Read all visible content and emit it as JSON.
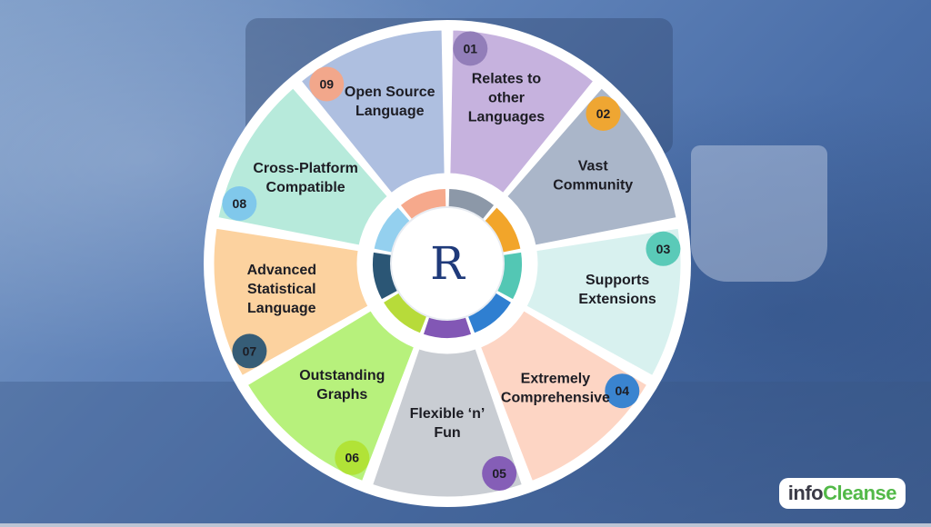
{
  "center_letter": "R",
  "segments": [
    {
      "num": "01",
      "lines": [
        "Relates to",
        "other",
        "Languages"
      ],
      "fill": "#c6b2de",
      "accent": "#8f7bb6",
      "inner": "#8c98a8"
    },
    {
      "num": "02",
      "lines": [
        "Vast",
        "Community"
      ],
      "fill": "#aab6c9",
      "accent": "#f2a52a",
      "inner": "#f2a52a"
    },
    {
      "num": "03",
      "lines": [
        "Supports",
        "Extensions"
      ],
      "fill": "#d8f1ef",
      "accent": "#53c7b4",
      "inner": "#53c7b4"
    },
    {
      "num": "04",
      "lines": [
        "Extremely",
        "Comprehensive"
      ],
      "fill": "#fdd5c4",
      "accent": "#2f7fd1",
      "inner": "#2f7fd1"
    },
    {
      "num": "05",
      "lines": [
        "Flexible ‘n’",
        "Fun"
      ],
      "fill": "#c9cdd3",
      "accent": "#8257b5",
      "inner": "#8257b5"
    },
    {
      "num": "06",
      "lines": [
        "Outstanding",
        "Graphs"
      ],
      "fill": "#b7f17c",
      "accent": "#b0e234",
      "inner": "#b7db3a"
    },
    {
      "num": "07",
      "lines": [
        "Advanced",
        "Statistical",
        "Language"
      ],
      "fill": "#fcd29f",
      "accent": "#2b5675",
      "inner": "#2b5675"
    },
    {
      "num": "08",
      "lines": [
        "Cross-Platform",
        "Compatible"
      ],
      "fill": "#b7eadb",
      "accent": "#7cc6ec",
      "inner": "#94d0ef"
    },
    {
      "num": "09",
      "lines": [
        "Open Source",
        "Language"
      ],
      "fill": "#aebfe0",
      "accent": "#f5a586",
      "inner": "#f6a98c"
    }
  ],
  "logo": {
    "part1": "info",
    "part2": "Cleanse"
  }
}
